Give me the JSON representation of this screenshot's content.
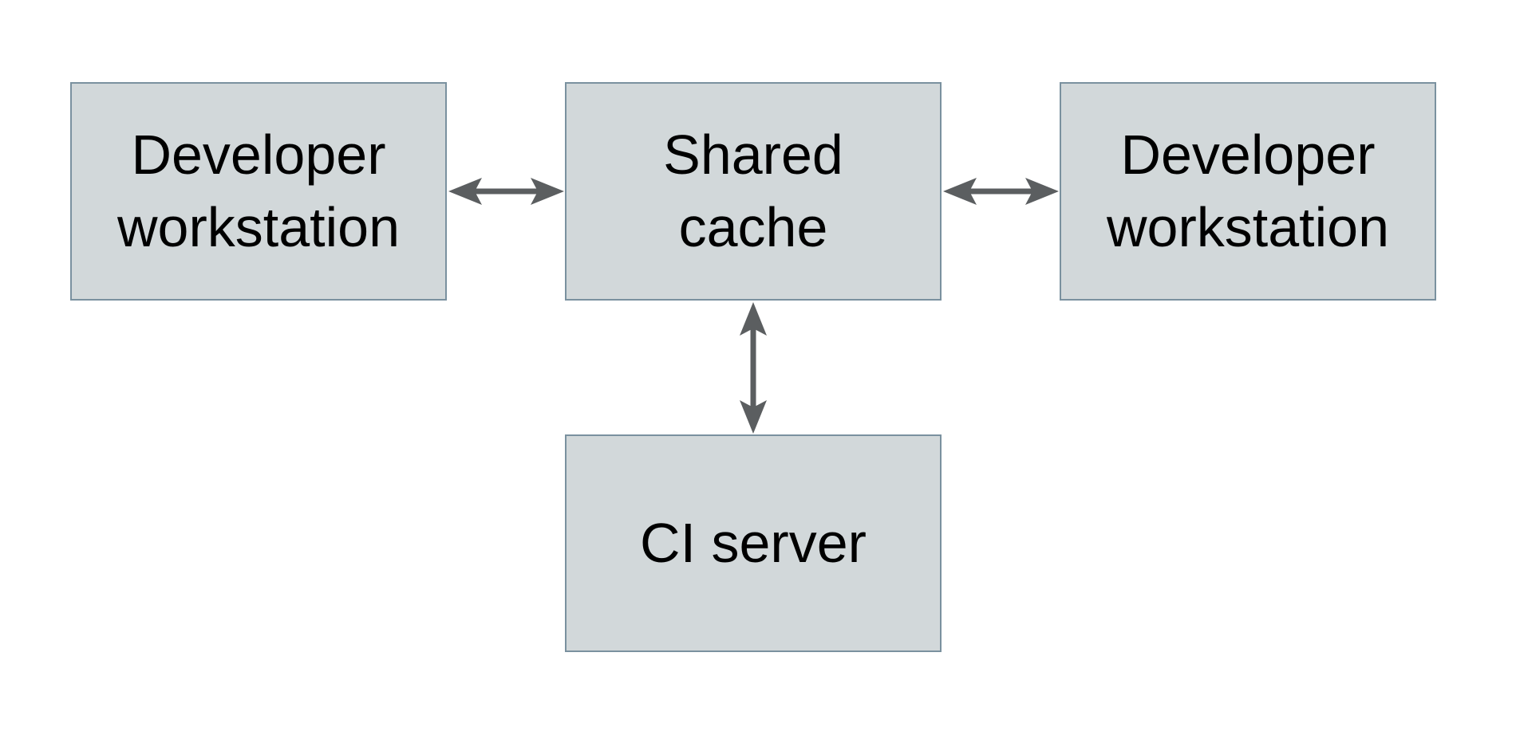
{
  "colors": {
    "background": "#ffffff",
    "node-fill": "#d2d8da",
    "node-border": "#7a919f",
    "arrow": "#5b5e60",
    "text": "#000000"
  },
  "diagram": {
    "type": "architecture-diagram",
    "nodes": [
      {
        "id": "developer-workstation-left",
        "label": "Developer workstation"
      },
      {
        "id": "shared-cache",
        "label": "Shared cache"
      },
      {
        "id": "developer-workstation-right",
        "label": "Developer workstation"
      },
      {
        "id": "ci-server",
        "label": "CI server"
      }
    ],
    "edges": [
      {
        "from": "developer-workstation-left",
        "to": "shared-cache",
        "style": "bidirectional-arrow"
      },
      {
        "from": "shared-cache",
        "to": "developer-workstation-right",
        "style": "bidirectional-arrow"
      },
      {
        "from": "shared-cache",
        "to": "ci-server",
        "style": "bidirectional-arrow"
      }
    ]
  }
}
